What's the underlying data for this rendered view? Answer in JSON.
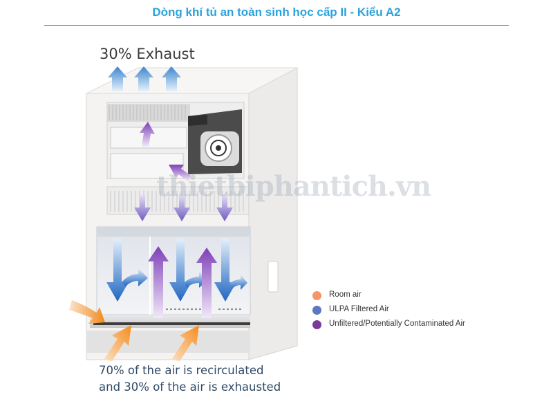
{
  "title": "Dòng khí tủ an toàn sinh học cấp II - Kiểu A2",
  "exhaust_label": "30% Exhaust",
  "caption": {
    "line1": "70% of the air is recirculated",
    "line2": "and 30% of the air is exhausted"
  },
  "legend": [
    {
      "label": "Room air",
      "color": "#f4956a"
    },
    {
      "label": "ULPA Filtered Air",
      "color": "#5b79c0"
    },
    {
      "label": "Unfiltered/Potentially Contaminated Air",
      "color": "#7b3a9a"
    }
  ],
  "watermark": "thietbiphantich.vn",
  "colors": {
    "title": "#29a3dc",
    "room_air": "#f39a35",
    "filtered_air": "#2f6fc4",
    "contaminated_air": "#8a4fc0",
    "cabinet": "#f4f3f1"
  }
}
